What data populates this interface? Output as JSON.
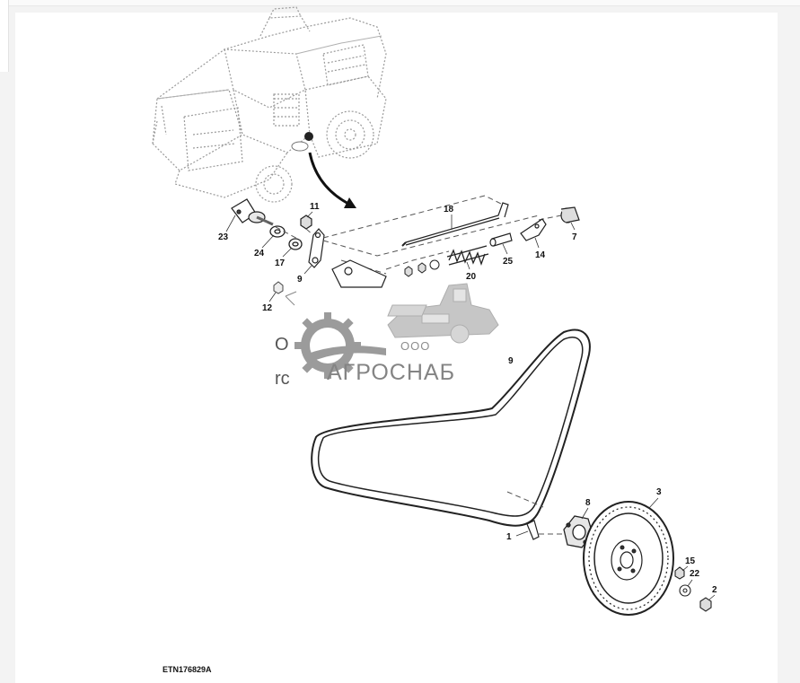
{
  "diagram": {
    "drawing_code": "ETN176829A",
    "callouts": {
      "c23": "23",
      "c24": "24",
      "c17": "17",
      "c11": "11",
      "c9": "9",
      "c12": "12",
      "c18": "18",
      "c20": "20",
      "c25": "25",
      "c14": "14",
      "c7": "7",
      "c9b": "9",
      "c8": "8",
      "c1": "1",
      "c3": "3",
      "c15": "15",
      "c22": "22",
      "c2": "2"
    },
    "partial_text": {
      "line1": "O",
      "line2": "rc"
    }
  },
  "watermark": {
    "prefix": "ООО",
    "name": "АГРОСНАБ"
  }
}
